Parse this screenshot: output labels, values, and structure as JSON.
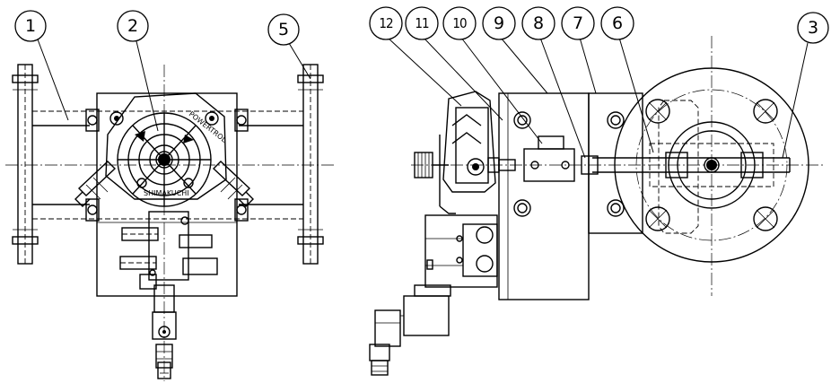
{
  "left_view": {
    "callouts": [
      "1",
      "2",
      "5"
    ],
    "indicator_text_top": "POWERTROL",
    "indicator_text_bottom": "SHIMAKUCHI"
  },
  "right_view": {
    "callouts": [
      "12",
      "11",
      "10",
      "9",
      "8",
      "7",
      "6",
      "3"
    ]
  }
}
